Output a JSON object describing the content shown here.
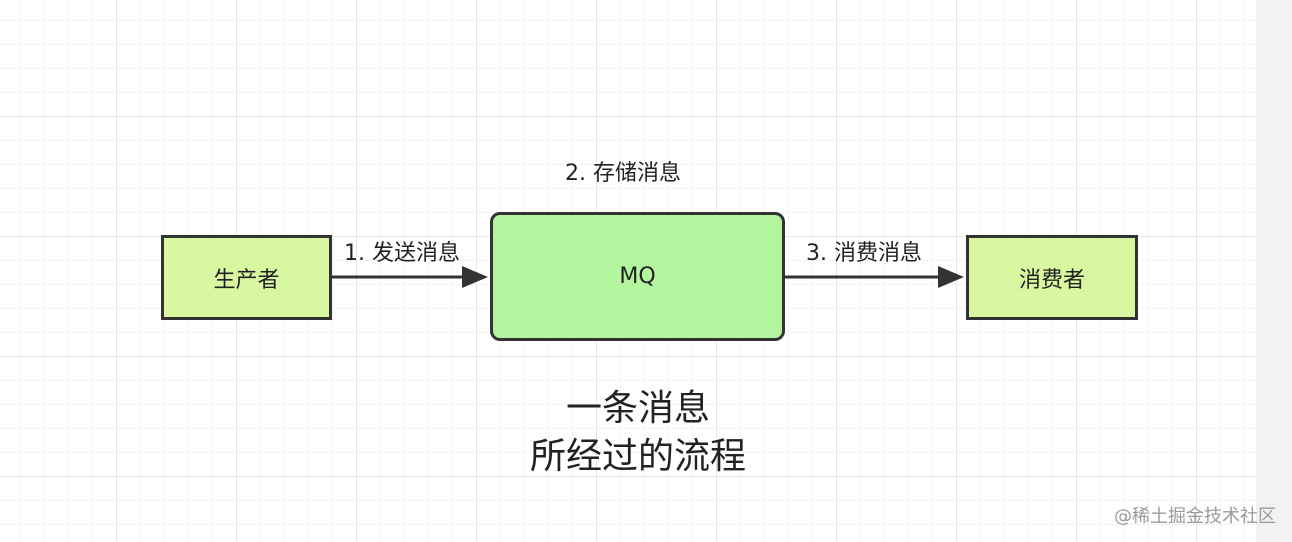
{
  "nodes": {
    "producer": "生产者",
    "mq": "MQ",
    "consumer": "消费者"
  },
  "edges": {
    "send": "1. 发送消息",
    "store": "2. 存储消息",
    "consume": "3. 消费消息"
  },
  "caption": {
    "line1": "一条消息",
    "line2": "所经过的流程"
  },
  "watermark": "@稀土掘金技术社区",
  "colors": {
    "endpoint_fill": "#d9f7a0",
    "mq_fill": "#b3f59f",
    "stroke": "#333333"
  }
}
